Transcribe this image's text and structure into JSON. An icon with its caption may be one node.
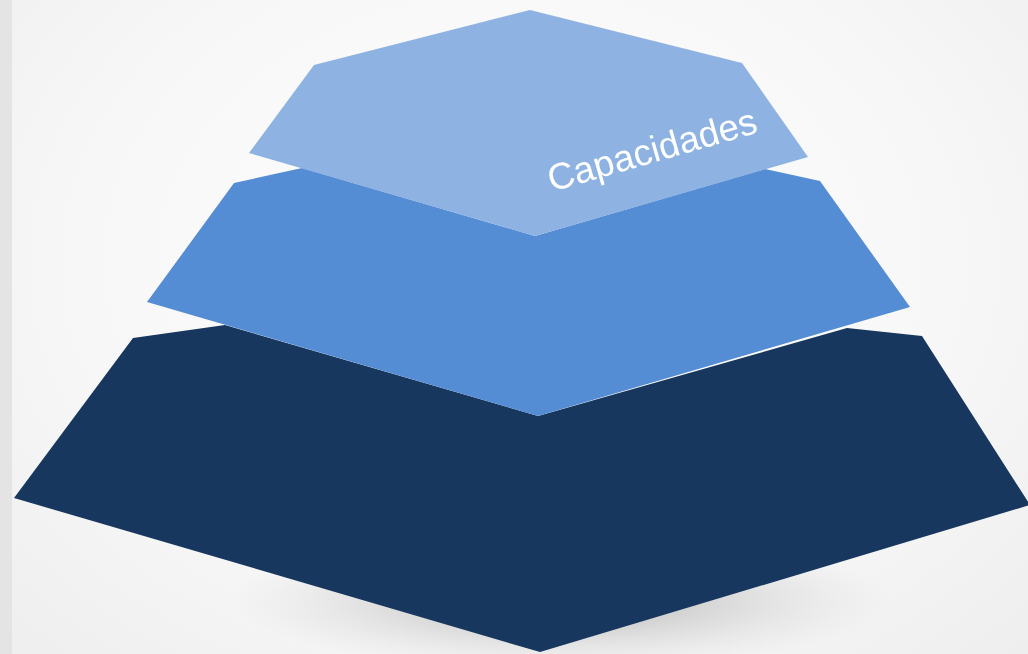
{
  "diagram": {
    "nodes": [
      {
        "text": [
          "Capacidades"
        ]
      },
      {
        "text": [],
        "shape": "hexagon"
      },
      {
        "text": [],
        "shape": "hexagon"
      }
    ]
  }
}
